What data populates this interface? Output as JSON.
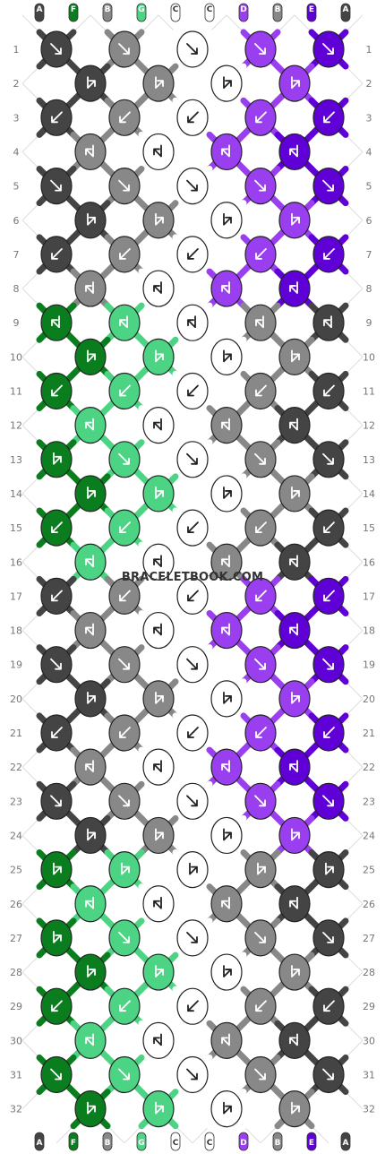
{
  "watermark": "BRACELETBOOK.COM",
  "colors": {
    "A": "#444444",
    "B": "#888888",
    "C": "#ffffff",
    "D": "#9a3ff0",
    "E": "#5e00d6",
    "F": "#0a7e1e",
    "G": "#4cd484"
  },
  "strands_top": [
    "A",
    "F",
    "B",
    "G",
    "C",
    "C",
    "D",
    "B",
    "E",
    "A"
  ],
  "strands_bottom": [
    "A",
    "F",
    "B",
    "G",
    "C",
    "C",
    "D",
    "B",
    "E",
    "A"
  ],
  "row_count": 32,
  "rows": [
    {
      "num": "1",
      "knots": [
        "A:dr",
        "B:dr",
        "C:dr",
        "D:dr",
        "E:dr"
      ]
    },
    {
      "num": "2",
      "knots": [
        "A:rev",
        "B:rev",
        "C:rev",
        "D:rev"
      ]
    },
    {
      "num": "3",
      "knots": [
        "A:dl",
        "B:dl",
        "C:dl",
        "D:dl",
        "E:dl"
      ]
    },
    {
      "num": "4",
      "knots": [
        "B:revl",
        "C:revl",
        "D:revl",
        "E:revl"
      ]
    },
    {
      "num": "5",
      "knots": [
        "A:dr",
        "B:dr",
        "C:dr",
        "D:dr",
        "E:dr"
      ]
    },
    {
      "num": "6",
      "knots": [
        "A:rev",
        "B:rev",
        "C:rev",
        "D:rev"
      ]
    },
    {
      "num": "7",
      "knots": [
        "A:dl",
        "B:dl",
        "C:dl",
        "D:dl",
        "E:dl"
      ]
    },
    {
      "num": "8",
      "knots": [
        "B:revl",
        "C:revl",
        "D:revl",
        "E:revl"
      ]
    },
    {
      "num": "9",
      "knots": [
        "F:revl",
        "G:revl",
        "C:revl",
        "B:revl",
        "A:revl"
      ]
    },
    {
      "num": "10",
      "knots": [
        "F:rev",
        "G:rev",
        "C:rev",
        "B:rev"
      ]
    },
    {
      "num": "11",
      "knots": [
        "F:dl",
        "G:dl",
        "C:dl",
        "B:dl",
        "A:dl"
      ]
    },
    {
      "num": "12",
      "knots": [
        "G:revl",
        "C:revl",
        "B:revl",
        "A:revl"
      ]
    },
    {
      "num": "13",
      "knots": [
        "F:rev",
        "G:dr",
        "C:dr",
        "B:dr",
        "A:dr"
      ]
    },
    {
      "num": "14",
      "knots": [
        "F:rev",
        "G:rev",
        "C:rev",
        "B:rev"
      ]
    },
    {
      "num": "15",
      "knots": [
        "F:dl",
        "G:dl",
        "C:dl",
        "B:dl",
        "A:dl"
      ]
    },
    {
      "num": "16",
      "knots": [
        "G:revl",
        "C:revl",
        "B:revl",
        "A:revl"
      ]
    },
    {
      "num": "17",
      "knots": [
        "A:dl",
        "B:dl",
        "C:dl",
        "D:dl",
        "E:dl"
      ]
    },
    {
      "num": "18",
      "knots": [
        "B:revl",
        "C:revl",
        "D:revl",
        "E:revl"
      ]
    },
    {
      "num": "19",
      "knots": [
        "A:dr",
        "B:dr",
        "C:dr",
        "D:dr",
        "E:dr"
      ]
    },
    {
      "num": "20",
      "knots": [
        "A:rev",
        "B:rev",
        "C:rev",
        "D:rev"
      ]
    },
    {
      "num": "21",
      "knots": [
        "A:dl",
        "B:dl",
        "C:dl",
        "D:dl",
        "E:dl"
      ]
    },
    {
      "num": "22",
      "knots": [
        "B:revl",
        "C:revl",
        "D:revl",
        "E:revl"
      ]
    },
    {
      "num": "23",
      "knots": [
        "A:dr",
        "B:dr",
        "C:dr",
        "D:dr",
        "E:dr"
      ]
    },
    {
      "num": "24",
      "knots": [
        "A:rev",
        "B:rev",
        "C:rev",
        "D:rev"
      ]
    },
    {
      "num": "25",
      "knots": [
        "F:rev",
        "G:rev",
        "C:rev",
        "B:rev",
        "A:rev"
      ]
    },
    {
      "num": "26",
      "knots": [
        "G:revl",
        "C:revl",
        "B:revl",
        "A:revl"
      ]
    },
    {
      "num": "27",
      "knots": [
        "F:rev",
        "G:dr",
        "C:dr",
        "B:dr",
        "A:dr"
      ]
    },
    {
      "num": "28",
      "knots": [
        "F:rev",
        "G:rev",
        "C:rev",
        "B:rev"
      ]
    },
    {
      "num": "29",
      "knots": [
        "F:dl",
        "G:dl",
        "C:dl",
        "B:dl",
        "A:dl"
      ]
    },
    {
      "num": "30",
      "knots": [
        "G:revl",
        "C:revl",
        "B:revl",
        "A:revl"
      ]
    },
    {
      "num": "31",
      "knots": [
        "F:dr",
        "G:dr",
        "C:dr",
        "B:dr",
        "A:dr"
      ]
    },
    {
      "num": "32",
      "knots": [
        "F:rev",
        "G:rev",
        "C:rev",
        "B:rev"
      ]
    }
  ]
}
